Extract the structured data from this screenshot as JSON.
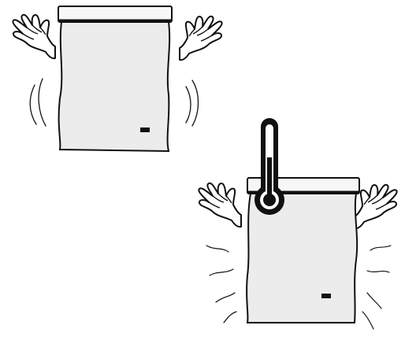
{
  "illustration": {
    "colors": {
      "stroke": "#111111",
      "body_fill": "#ececec",
      "lid_fill": "#f7f7f7",
      "glove_fill": "#ffffff",
      "thermometer_fill": "#111111"
    },
    "panels": [
      {
        "name": "cold-freezer",
        "elements": [
          "chest-freezer",
          "left-hand-icon",
          "right-hand-icon",
          "shiver-lines"
        ]
      },
      {
        "name": "warm-freezer",
        "elements": [
          "chest-freezer",
          "left-hand-icon",
          "right-hand-icon",
          "thermometer-icon",
          "heat-lines"
        ]
      }
    ]
  }
}
